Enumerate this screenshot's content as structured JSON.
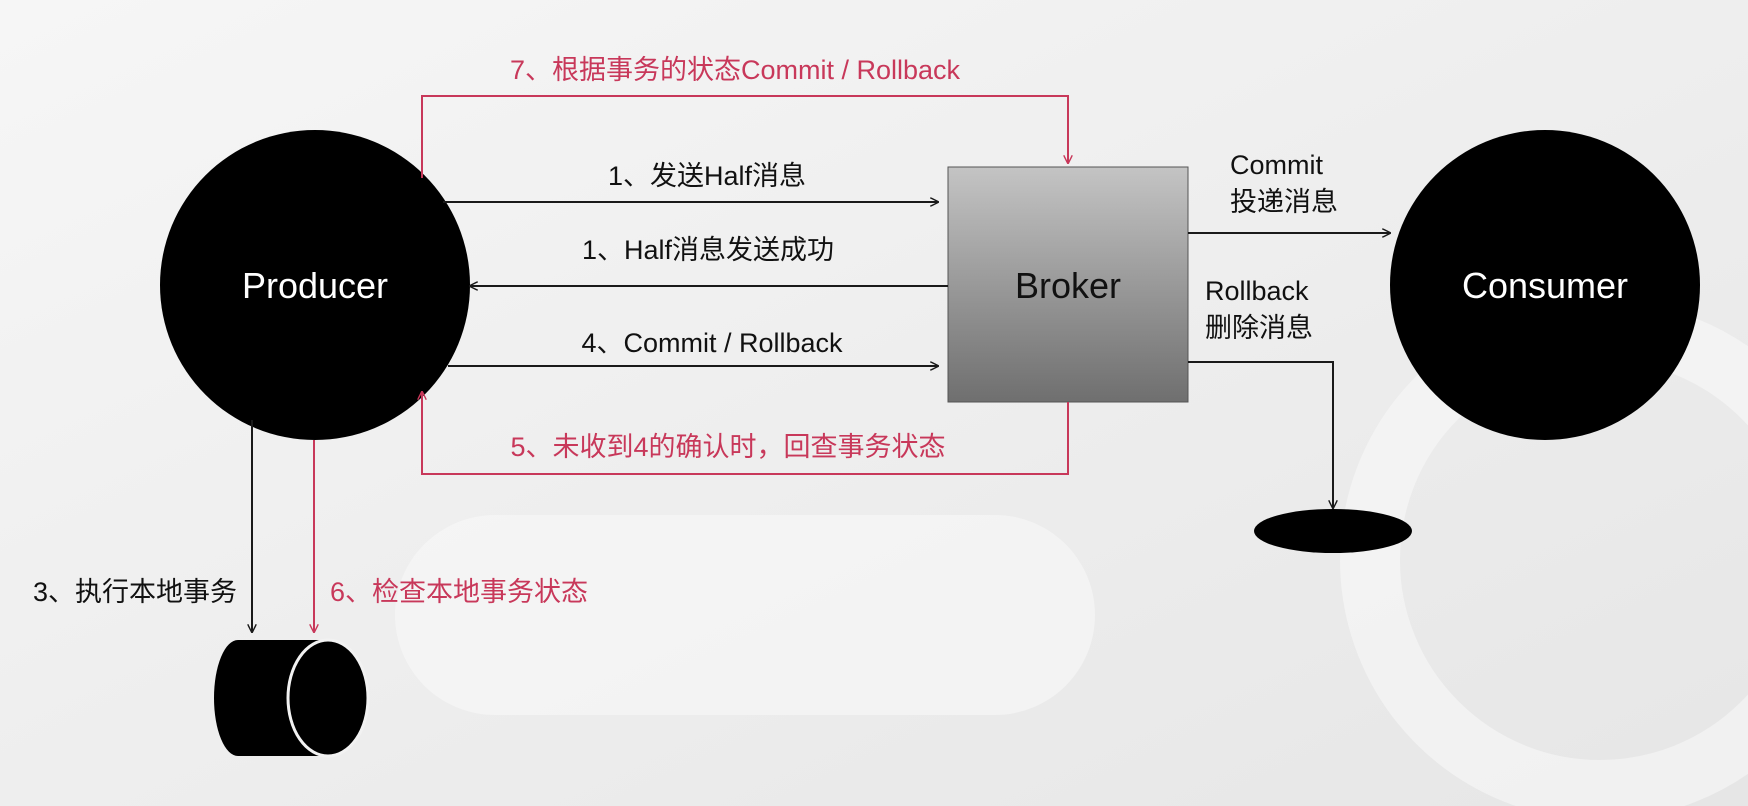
{
  "nodes": {
    "producer": "Producer",
    "broker": "Broker",
    "consumer": "Consumer"
  },
  "steps": {
    "send_half": "1、发送Half消息",
    "half_success": "1、Half消息发送成功",
    "commit_rollback": "4、Commit / Rollback",
    "check_back": "5、未收到4的确认时，回查事务状态",
    "commit_rollback_by_state": "7、根据事务的状态Commit / Rollback",
    "exec_local_tx": "3、执行本地事务",
    "check_local_tx": "6、检查本地事务状态"
  },
  "broker_outputs": {
    "commit_line1": "Commit",
    "commit_line2": "投递消息",
    "rollback_line1": "Rollback",
    "rollback_line2": "删除消息"
  },
  "colors": {
    "accent_red": "#c8385a",
    "node_fill": "#000000",
    "broker_gradient_top": "#c4c4c4",
    "broker_gradient_bottom": "#6f6f6f",
    "arrow_black": "#1a1a1a",
    "background": "#f1f1f1"
  }
}
